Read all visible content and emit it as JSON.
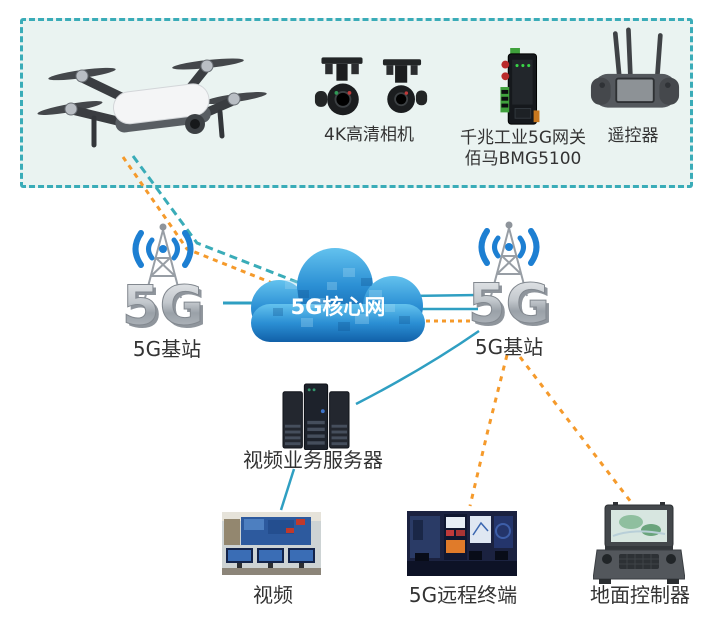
{
  "airborne_unit": {
    "camera_label": "4K高清相机",
    "gateway_label_line1": "千兆工业5G网关",
    "gateway_label_line2": "佰马BMG5100",
    "remote_controller_label": "遥控器"
  },
  "network": {
    "base_station_glyph": "5G",
    "left_base_station_label": "5G基站",
    "right_base_station_label": "5G基站",
    "core_network_label": "5G核心网",
    "video_server_label": "视频业务服务器"
  },
  "ground_terminals": {
    "video_label": "视频",
    "remote_terminal_label": "5G远程终端",
    "ground_controller_label": "地面控制器"
  },
  "icons": {
    "drone": "drone-icon",
    "gimbal_camera": "gimbal-camera-icon",
    "gateway": "5g-gateway-icon",
    "remote_controller": "remote-controller-icon",
    "base_station": "5g-base-station-icon",
    "cloud": "core-network-cloud-icon",
    "server": "server-icon",
    "video_wall": "video-wall-image",
    "remote_terminal": "remote-terminal-image",
    "ground_controller": "ground-controller-icon"
  },
  "colors": {
    "box_border": "#3aacb8",
    "box_fill": "#eaf3f1",
    "teal_line": "#2f9fc2",
    "orange_line": "#f59a2b",
    "signal_blue": "#1d7fd2",
    "cloud_top": "#63c2ee",
    "cloud_bottom": "#1160a8",
    "label_text": "#333333"
  },
  "connections": [
    {
      "from": "airborne-unit",
      "to": "core-network",
      "via": "left-base-station",
      "style": "teal-dashed"
    },
    {
      "from": "airborne-unit",
      "to": "core-network",
      "via": "left-base-station",
      "style": "orange-dashed"
    },
    {
      "from": "left-base-station",
      "to": "core-network",
      "style": "teal-solid"
    },
    {
      "from": "core-network",
      "to": "right-base-station",
      "style": "teal-solid-double"
    },
    {
      "from": "core-network",
      "to": "right-base-station",
      "style": "orange-dashed"
    },
    {
      "from": "right-base-station",
      "to": "video-server",
      "style": "teal-solid-curve"
    },
    {
      "from": "video-server",
      "to": "video-wall",
      "style": "teal-solid"
    },
    {
      "from": "right-base-station",
      "to": "remote-terminal",
      "style": "orange-dashed"
    },
    {
      "from": "right-base-station",
      "to": "ground-controller",
      "style": "orange-dashed"
    }
  ]
}
